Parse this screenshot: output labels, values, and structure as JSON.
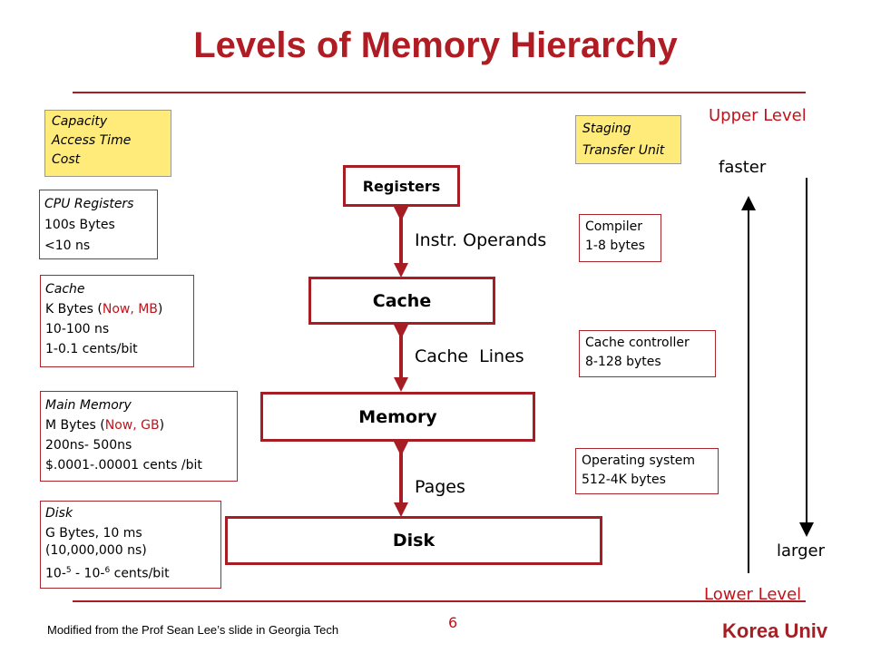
{
  "title": "Levels of Memory Hierarchy",
  "legend_left": [
    "Capacity",
    "Access Time",
    "Cost"
  ],
  "legend_right": [
    "Staging",
    "Transfer Unit"
  ],
  "upper_level": "Upper Level",
  "lower_level": "Lower Level",
  "faster": "faster",
  "larger": "larger",
  "levels": [
    {
      "label": "Registers"
    },
    {
      "label": "Cache"
    },
    {
      "label": "Memory"
    },
    {
      "label": "Disk"
    }
  ],
  "transfers": [
    "Instr. Operands",
    "Cache  Lines",
    "Pages"
  ],
  "left_boxes": {
    "cpu": {
      "name": "CPU Registers",
      "capacity": "100s Bytes",
      "access": "<10 ns"
    },
    "cache": {
      "name": "Cache",
      "cap_pre": "K Bytes (",
      "cap_red": "Now, MB",
      "cap_post": ")",
      "access": "10-100 ns",
      "cost": "1-0.1 cents/bit"
    },
    "memory": {
      "name": "Main Memory",
      "cap_pre": "M Bytes (",
      "cap_red": "Now, GB",
      "cap_post": ")",
      "access": "200ns- 500ns",
      "cost": "$.0001-.00001 cents /bit"
    },
    "disk": {
      "name": "Disk",
      "capacity": "G Bytes, 10 ms",
      "access": "(10,000,000 ns)",
      "cost_a": "10-",
      "cost_a_exp": "5",
      "cost_b": " - 10-",
      "cost_b_exp": "6",
      "cost_c": " cents/bit"
    }
  },
  "right_boxes": [
    {
      "name": "Compiler",
      "size": "1-8 bytes"
    },
    {
      "name": "Cache controller",
      "size": "8-128 bytes"
    },
    {
      "name": "Operating system",
      "size": "512-4K bytes"
    }
  ],
  "footer": {
    "credit": "Modified from the Prof Sean Lee’s slide in Georgia Tech",
    "page": "6",
    "org": "Korea Univ"
  },
  "colors": {
    "accent": "#a61e23",
    "legend_bg": "#ffeb7a"
  }
}
